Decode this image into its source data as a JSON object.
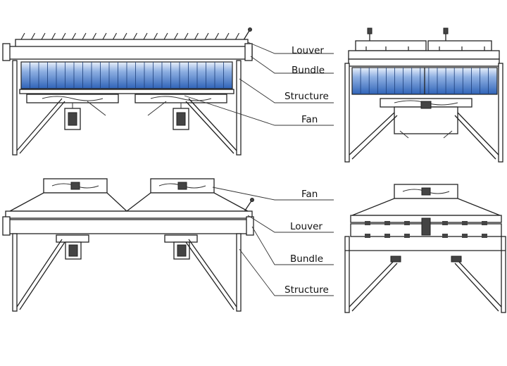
{
  "labels": {
    "top_louver": "Louver",
    "top_bundle": "Bundle",
    "top_structure": "Structure",
    "top_fan": "Fan",
    "bottom_fan": "Fan",
    "bottom_louver": "Louver",
    "bottom_bundle": "Bundle",
    "bottom_structure": "Structure"
  },
  "colors": {
    "bundle_light": "#eaf1fb",
    "bundle_dark": "#2f63b8",
    "line": "#222222"
  }
}
